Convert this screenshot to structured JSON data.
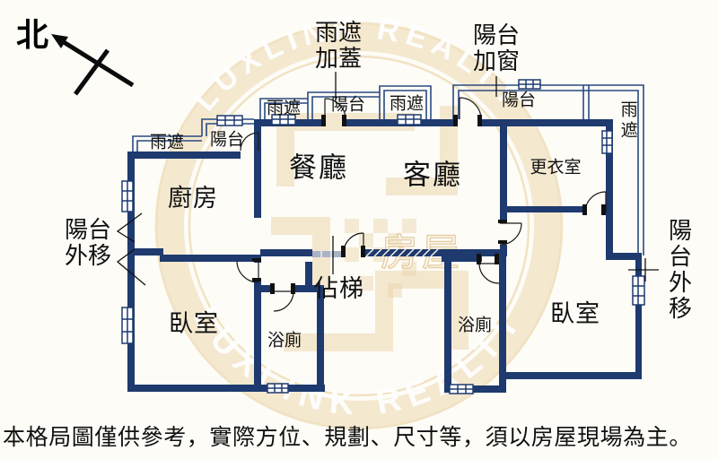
{
  "colors": {
    "wall": "#1e3a6e",
    "thin_line": "#2a4a80",
    "stair_grey": "#aab3c6",
    "watermark_tan": "#ecd7ae",
    "text": "#111111",
    "background": "#fdfcf7"
  },
  "compass": {
    "north_label": "北"
  },
  "watermark": {
    "ring_text_top": "LUXLINK REALTY",
    "ring_text_bottom": "LUXLINK REALTY",
    "center_text": "房屋"
  },
  "rooms": {
    "dining": "餐廳",
    "living": "客廳",
    "kitchen": "廚房",
    "dressing": "更衣室",
    "bedroom_left": "臥室",
    "bedroom_right": "臥室",
    "bath_left": "浴廁",
    "bath_right": "浴廁",
    "stair": "佔梯"
  },
  "annotations": {
    "rain_cover_capped": "雨遮\n加蓋",
    "balcony_window_added": "陽台\n加窗",
    "balcony_moved_left": "陽台\n外移",
    "balcony_moved_right": "陽台\n外移",
    "rain_cover_a": "雨遮",
    "balcony_a": "陽台",
    "rain_cover_b": "雨遮",
    "balcony_b": "陽台",
    "rain_cover_c": "雨遮",
    "balcony_c": "陽台",
    "rain_cover_right": "雨遮"
  },
  "footer": {
    "disclaimer": "本格局圖僅供參考，實際方位、規劃、尺寸等，須以房屋現場為主。"
  }
}
